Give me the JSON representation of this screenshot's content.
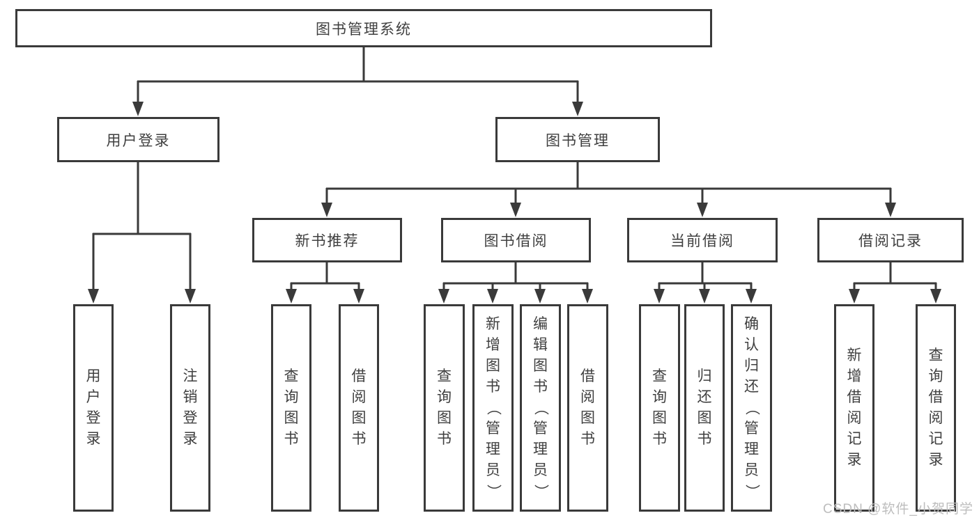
{
  "diagram": {
    "root": {
      "label": "图书管理系统"
    },
    "level2": [
      {
        "label": "用户登录"
      },
      {
        "label": "图书管理"
      }
    ],
    "level3": [
      {
        "label": "新书推荐"
      },
      {
        "label": "图书借阅"
      },
      {
        "label": "当前借阅"
      },
      {
        "label": "借阅记录"
      }
    ],
    "leaves": [
      {
        "label": "用户登录"
      },
      {
        "label": "注销登录"
      },
      {
        "label": "查询图书"
      },
      {
        "label": "借阅图书"
      },
      {
        "label": "查询图书"
      },
      {
        "label": "新增图书（管理员）"
      },
      {
        "label": "编辑图书（管理员）"
      },
      {
        "label": "借阅图书"
      },
      {
        "label": "查询图书"
      },
      {
        "label": "归还图书"
      },
      {
        "label": "确认归还（管理员）"
      },
      {
        "label": "新增借阅记录"
      },
      {
        "label": "查询借阅记录"
      }
    ]
  },
  "watermark": {
    "text": "CSDN @软件_小贺同学",
    "color": "#bdbdbd"
  },
  "colors": {
    "line": "#3a3a3a",
    "text": "#3f3f3f",
    "background": "#ffffff"
  }
}
